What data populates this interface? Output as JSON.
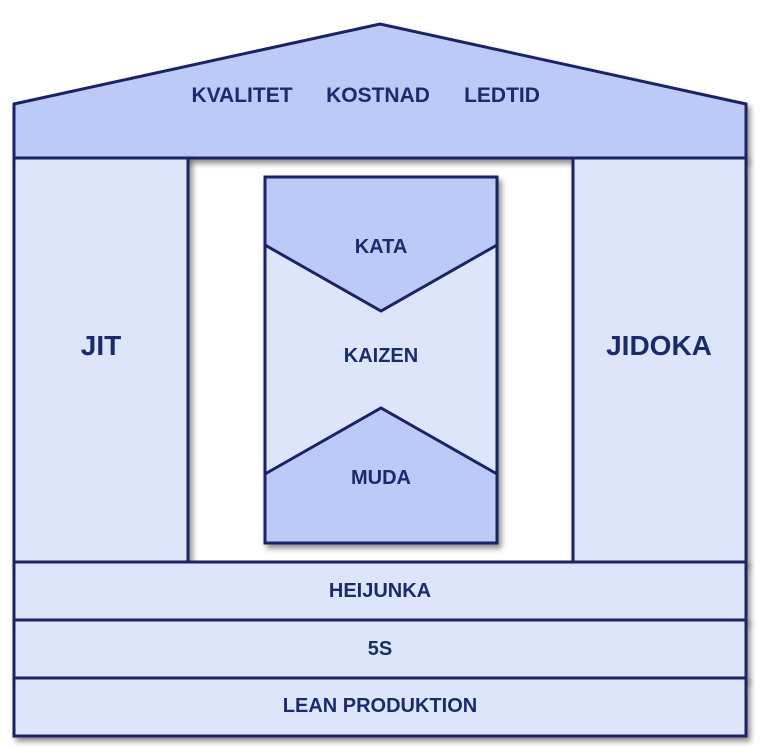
{
  "roof": {
    "items": [
      "KVALITET",
      "KOSTNAD",
      "LEDTID"
    ]
  },
  "pillars": {
    "left": "JIT",
    "right": "JIDOKA"
  },
  "center": {
    "top": "KATA",
    "middle": "KAIZEN",
    "bottom": "MUDA"
  },
  "foundation": {
    "rows": [
      "HEIJUNKA",
      "5S",
      "LEAN PRODUKTION"
    ]
  },
  "colors": {
    "stroke": "#1a2364",
    "fill_dark": "#bccaf7",
    "fill_light": "#dde5fb",
    "text": "#1a2a6b"
  }
}
